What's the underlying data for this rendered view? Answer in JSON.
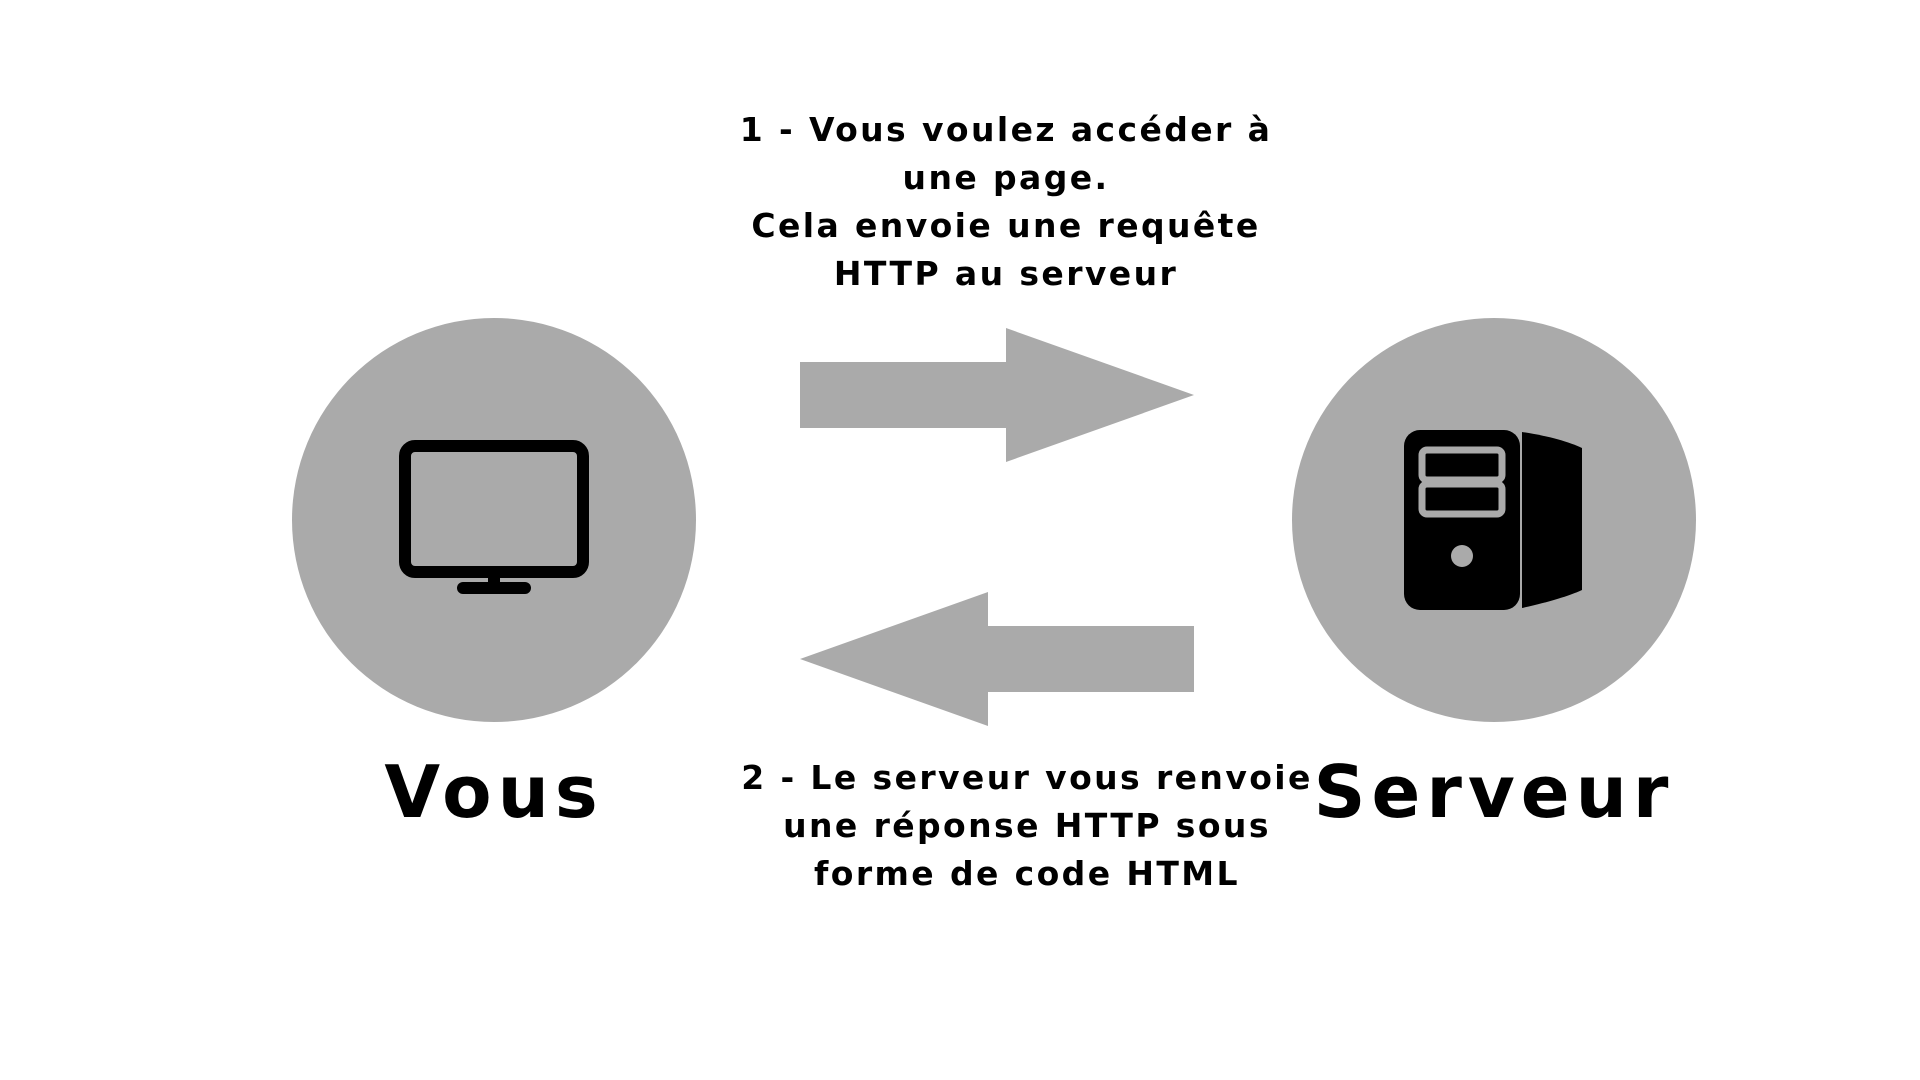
{
  "colors": {
    "background": "#ffffff",
    "node_fill": "#aaaaaa",
    "arrow_fill": "#aaaaaa",
    "icon_fill": "#000000",
    "text": "#000000"
  },
  "nodes": {
    "client": {
      "label": "Vous",
      "icon": "monitor-icon"
    },
    "server": {
      "label": "Serveur",
      "icon": "server-tower-icon"
    }
  },
  "steps": [
    {
      "lines": [
        "1 - Vous voulez accéder à",
        "une page.",
        "Cela envoie une requête",
        "HTTP au serveur"
      ],
      "direction": "client-to-server"
    },
    {
      "lines": [
        "2 - Le serveur vous renvoie",
        "une réponse HTTP sous",
        "forme de code HTML"
      ],
      "direction": "server-to-client"
    }
  ]
}
